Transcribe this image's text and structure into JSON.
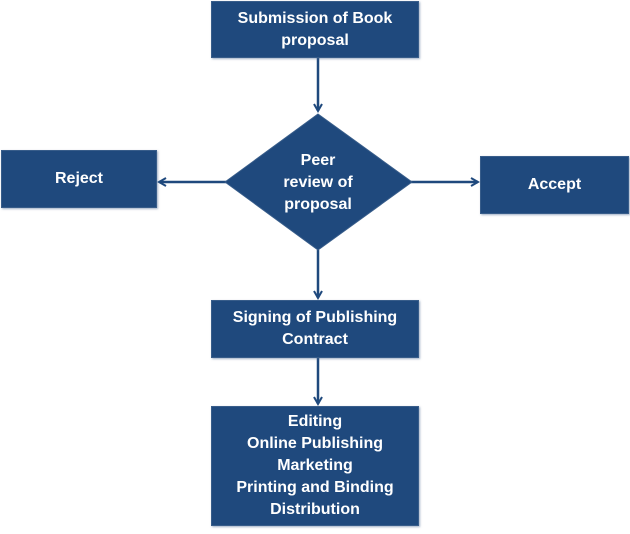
{
  "diagram": {
    "colors": {
      "node_fill": "#1f497d",
      "edge": "#1f497d",
      "text": "#ffffff"
    },
    "nodes": {
      "submission": {
        "lines": [
          "Submission of Book",
          "proposal"
        ]
      },
      "review": {
        "lines": [
          "Peer",
          "review of",
          "proposal"
        ]
      },
      "reject": {
        "lines": [
          "Reject"
        ]
      },
      "accept": {
        "lines": [
          "Accept"
        ]
      },
      "signing": {
        "lines": [
          "Signing of Publishing",
          "Contract"
        ]
      },
      "production": {
        "lines": [
          "Editing",
          "Online Publishing",
          "Marketing",
          "Printing and Binding",
          "Distribution"
        ]
      }
    },
    "edges": [
      {
        "from": "submission",
        "to": "review"
      },
      {
        "from": "review",
        "to": "reject"
      },
      {
        "from": "review",
        "to": "accept"
      },
      {
        "from": "review",
        "to": "signing"
      },
      {
        "from": "signing",
        "to": "production"
      }
    ]
  }
}
